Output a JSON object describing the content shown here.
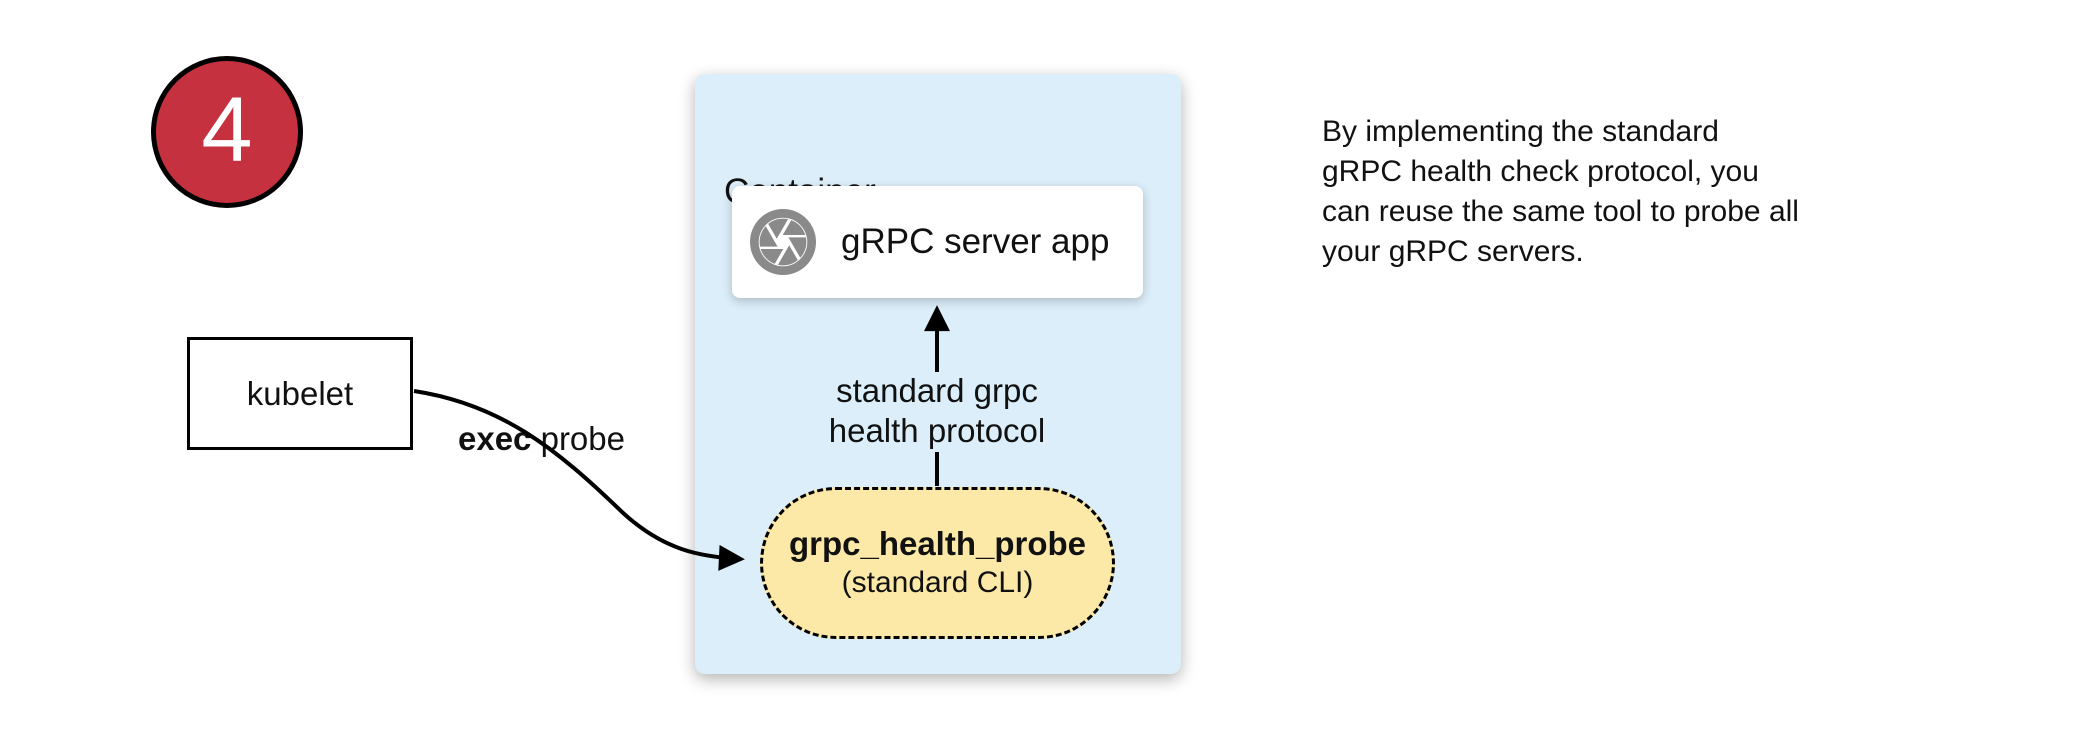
{
  "step_badge": {
    "number": "4",
    "bg_color": "#c5313f"
  },
  "kubelet_node": {
    "label": "kubelet"
  },
  "exec_probe_label": {
    "bold": "exec",
    "rest": " probe"
  },
  "container_box": {
    "title": "Container",
    "bg_color": "#dbeef9",
    "server_node": {
      "label": "gRPC server app",
      "icon": "aperture-icon",
      "icon_color": "#8a8a8a"
    },
    "protocol_arrow_label": "standard grpc\nhealth protocol",
    "probe_node": {
      "title": "grpc_health_probe",
      "subtitle": "(standard CLI)",
      "bg_color": "#fce9a8"
    }
  },
  "side_note": "By implementing the standard\ngRPC health check protocol, you\ncan reuse the same tool to probe all\nyour gRPC servers."
}
